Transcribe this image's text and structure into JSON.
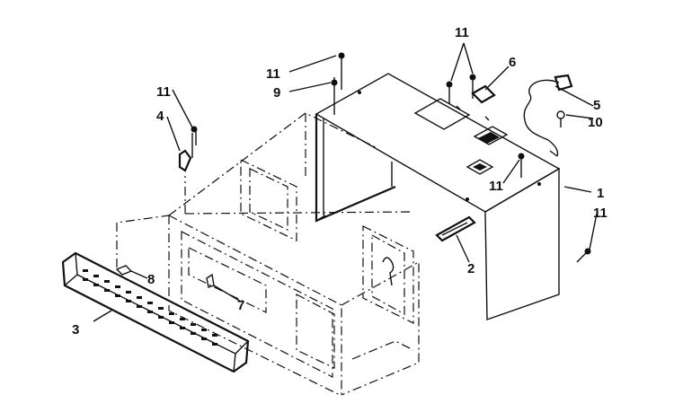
{
  "callouts": [
    {
      "id": "c1",
      "text": "1"
    },
    {
      "id": "c2",
      "text": "2"
    },
    {
      "id": "c3",
      "text": "3"
    },
    {
      "id": "c4",
      "text": "4"
    },
    {
      "id": "c5",
      "text": "5"
    },
    {
      "id": "c6",
      "text": "6"
    },
    {
      "id": "c7",
      "text": "7"
    },
    {
      "id": "c8",
      "text": "8"
    },
    {
      "id": "c9",
      "text": "9"
    },
    {
      "id": "c10",
      "text": "10"
    },
    {
      "id": "c11a",
      "text": "11"
    },
    {
      "id": "c11b",
      "text": "11"
    },
    {
      "id": "c11c",
      "text": "11"
    },
    {
      "id": "c11d",
      "text": "11"
    },
    {
      "id": "c11e",
      "text": "11"
    }
  ]
}
